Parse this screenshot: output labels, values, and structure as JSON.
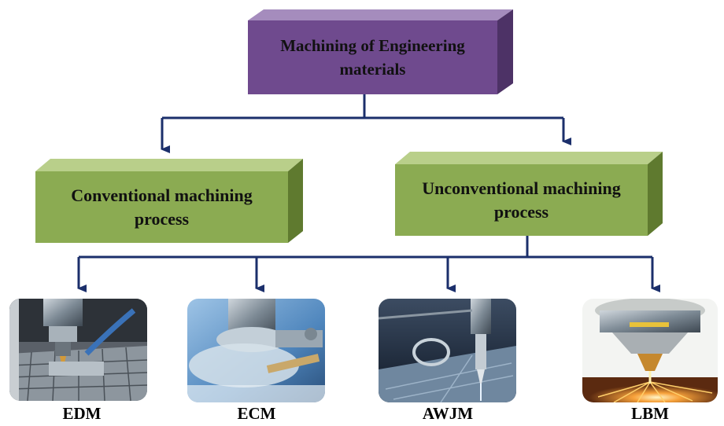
{
  "root": {
    "line1": "Machining of Engineering",
    "line2": "materials",
    "color": "#6f4a8e"
  },
  "conventional": {
    "line1": "Conventional machining",
    "line2": "process",
    "color": "#8bab52"
  },
  "unconventional": {
    "line1": "Unconventional machining",
    "line2": "process",
    "color": "#8bab52"
  },
  "processes": [
    {
      "label": "EDM",
      "icon": "edm-machine-photo"
    },
    {
      "label": "ECM",
      "icon": "ecm-machine-photo"
    },
    {
      "label": "AWJM",
      "icon": "waterjet-cutting-photo"
    },
    {
      "label": "LBM",
      "icon": "laser-cutting-photo"
    }
  ],
  "arrow_color": "#1b2f6b"
}
